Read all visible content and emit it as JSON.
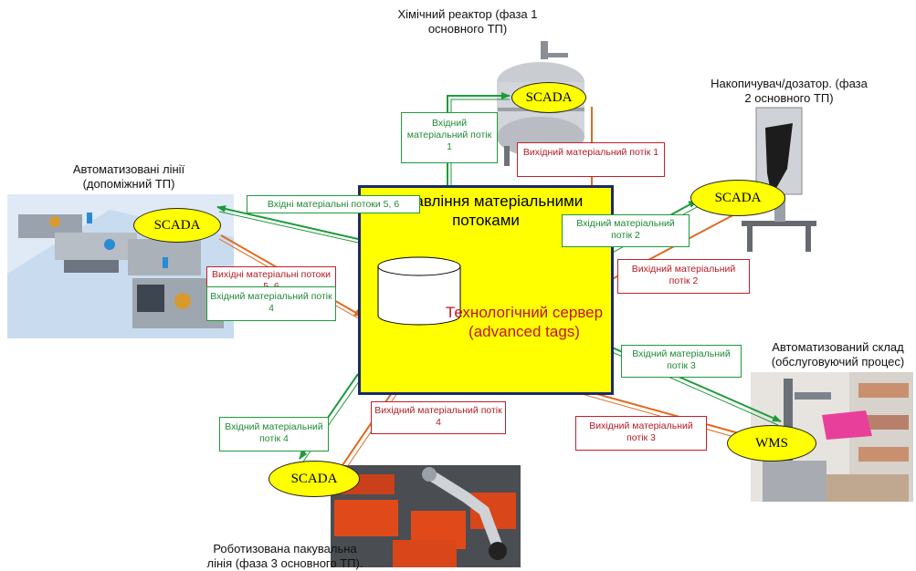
{
  "center": {
    "title": "Управління матеріальними потоками",
    "server": "Технологічний сервер (advanced tags)"
  },
  "nodes": {
    "reactor": {
      "label": "Хімічний реактор (фаза 1 основного ТП)",
      "badge": "SCADA"
    },
    "accumulator": {
      "label": "Накопичувач/дозатор. (фаза 2 основного ТП)",
      "badge": "SCADA"
    },
    "lines": {
      "label": "Автоматизовані лінії (допоміжний ТП)",
      "badge": "SCADA"
    },
    "warehouse": {
      "label": "Автоматизований склад (обслуговуючий процес)",
      "badge": "WMS"
    },
    "packing": {
      "label": "Роботизована пакувальна лінія (фаза 3 основного ТП).",
      "badge": "SCADA"
    }
  },
  "flows": {
    "in1": "Вхідний матеріальний потік 1",
    "out1": "Вихідний матеріальний потік 1",
    "in2": "Вхідний матеріальний потік 2",
    "out2": "Вихідний матеріальний потік 2",
    "in56": "Вхідні матеріальні потоки 5, 6",
    "out56": "Вихідні матеріальні потоки 5, 6",
    "in4_left": "Вхідний матеріальний потік 4",
    "in3": "Вхідний матеріальний потік 3",
    "out3": "Вихідний матеріальний потік 3",
    "in4_bottom": "Вхідний матеріальний потік 4",
    "out4": "Вихідний матеріальний потік 4"
  },
  "colors": {
    "center_fill": "#ffff00",
    "input_flow": "#1f9a3a",
    "output_flow": "#e06a20",
    "frame": "#1a2a6a"
  }
}
